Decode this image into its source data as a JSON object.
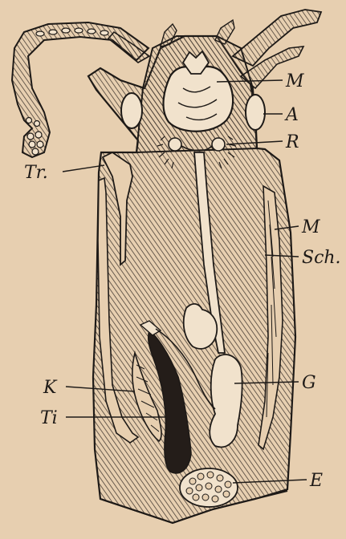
{
  "figure": {
    "colors": {
      "paper": "#e7cfb0",
      "ink": "#1e1a17",
      "organ_fill": "#f1e2cc",
      "hatch": "#4a3f36"
    },
    "labels": [
      {
        "id": "M_top",
        "text": "M"
      },
      {
        "id": "A",
        "text": "A"
      },
      {
        "id": "R",
        "text": "R"
      },
      {
        "id": "Tr",
        "text": "Tr."
      },
      {
        "id": "M_mid",
        "text": "M"
      },
      {
        "id": "Sch",
        "text": "Sch."
      },
      {
        "id": "K",
        "text": "K"
      },
      {
        "id": "G",
        "text": "G"
      },
      {
        "id": "Ti",
        "text": "Ti"
      },
      {
        "id": "E",
        "text": "E"
      }
    ]
  }
}
